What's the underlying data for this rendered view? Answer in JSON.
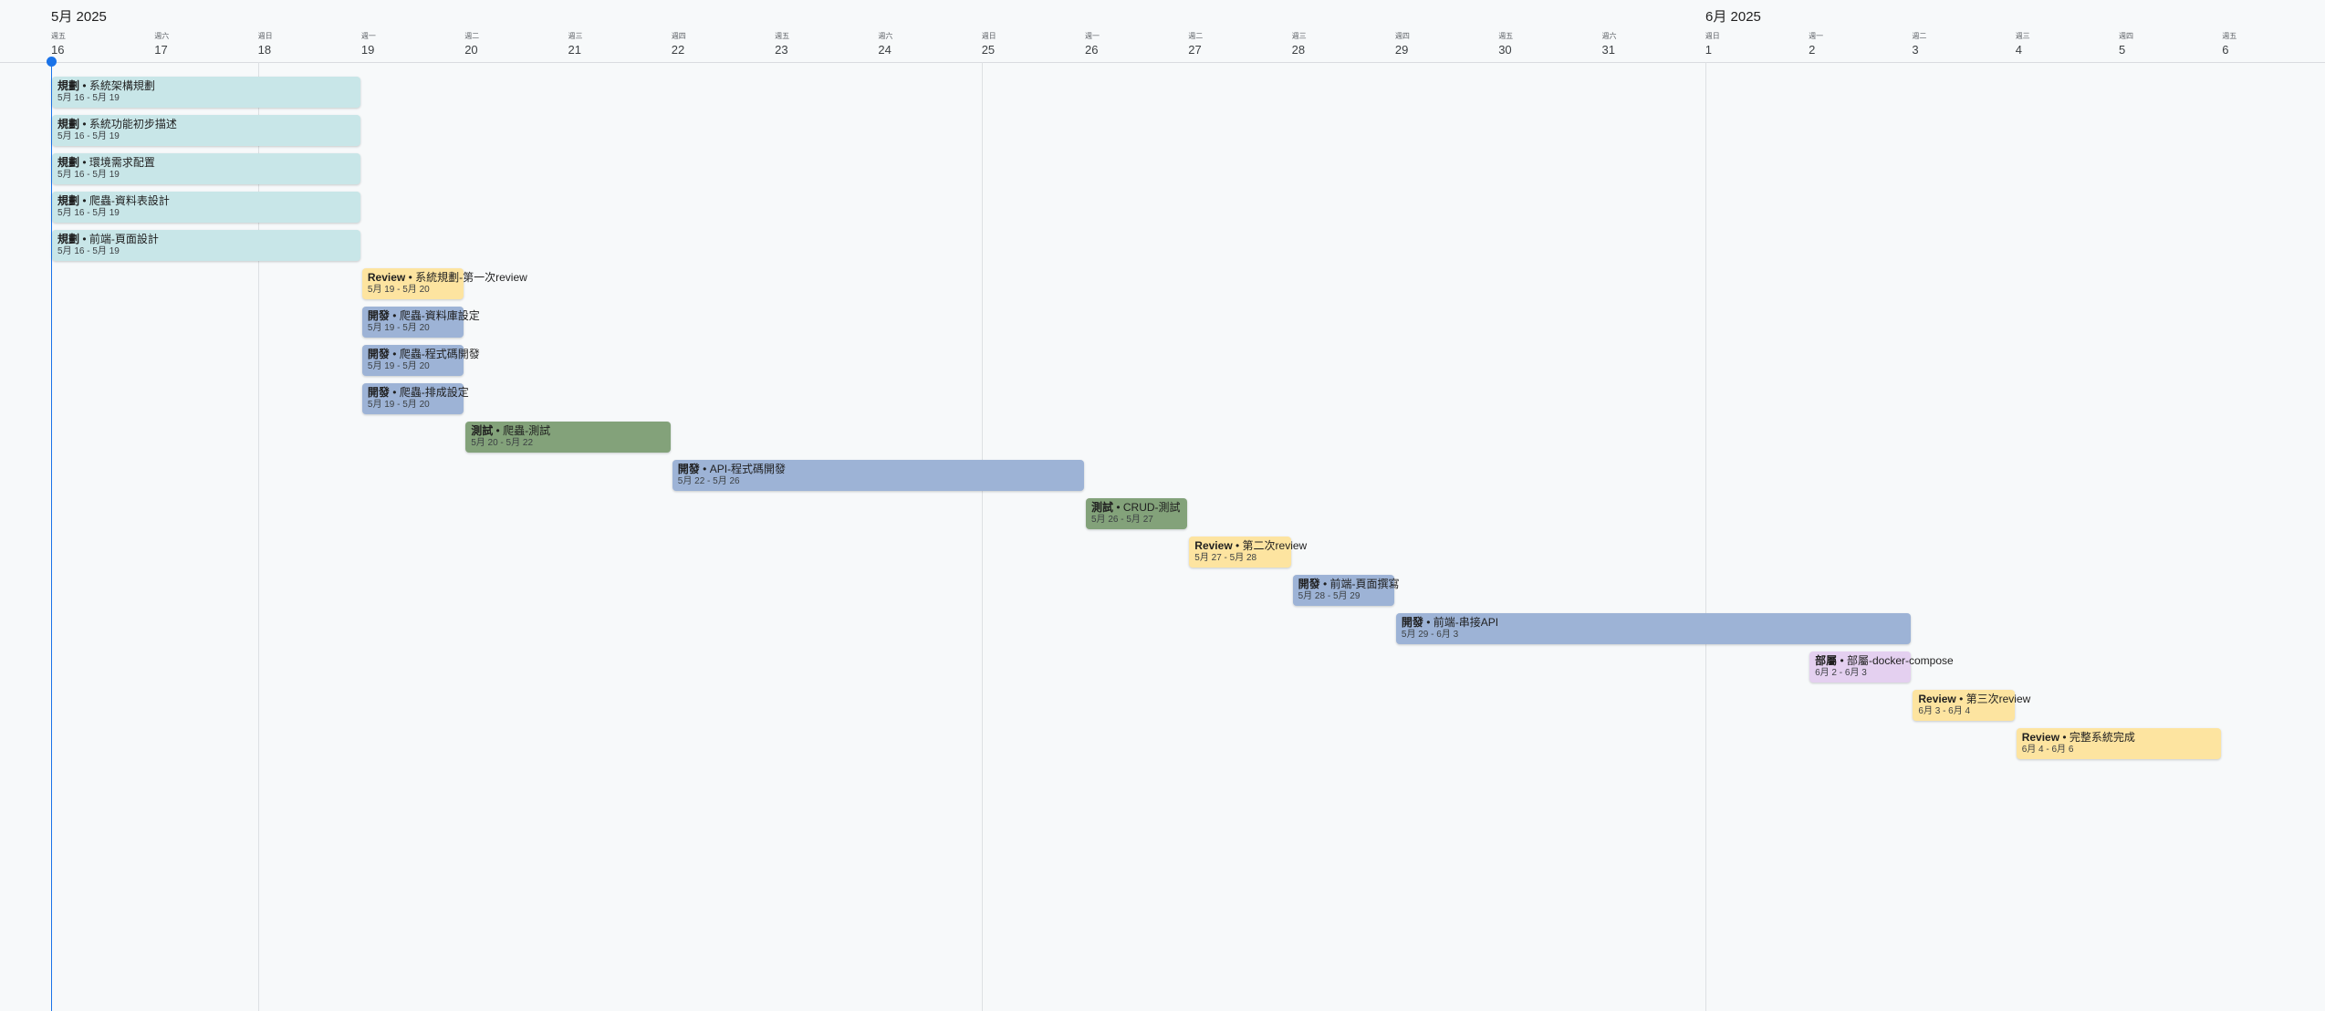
{
  "months": [
    {
      "label": "5月 2025"
    },
    {
      "label": "6月 2025"
    }
  ],
  "days": [
    {
      "dow": "週五",
      "num": "16"
    },
    {
      "dow": "週六",
      "num": "17"
    },
    {
      "dow": "週日",
      "num": "18"
    },
    {
      "dow": "週一",
      "num": "19"
    },
    {
      "dow": "週二",
      "num": "20"
    },
    {
      "dow": "週三",
      "num": "21"
    },
    {
      "dow": "週四",
      "num": "22"
    },
    {
      "dow": "週五",
      "num": "23"
    },
    {
      "dow": "週六",
      "num": "24"
    },
    {
      "dow": "週日",
      "num": "25"
    },
    {
      "dow": "週一",
      "num": "26"
    },
    {
      "dow": "週二",
      "num": "27"
    },
    {
      "dow": "週三",
      "num": "28"
    },
    {
      "dow": "週四",
      "num": "29"
    },
    {
      "dow": "週五",
      "num": "30"
    },
    {
      "dow": "週六",
      "num": "31"
    },
    {
      "dow": "週日",
      "num": "1"
    },
    {
      "dow": "週一",
      "num": "2"
    },
    {
      "dow": "週二",
      "num": "3"
    },
    {
      "dow": "週三",
      "num": "4"
    },
    {
      "dow": "週四",
      "num": "5"
    },
    {
      "dow": "週五",
      "num": "6"
    }
  ],
  "colors": {
    "規劃": "#c8e6e8",
    "Review": "#fde4a0",
    "開發": "#9db3d6",
    "測試": "#83a27a",
    "部屬": "#e4d0f0",
    "today": "#1a73e8"
  },
  "tasks": [
    {
      "category": "規劃",
      "name": "系統架構規劃",
      "dates": "5月 16 - 5月 19"
    },
    {
      "category": "規劃",
      "name": "系統功能初步描述",
      "dates": "5月 16 - 5月 19"
    },
    {
      "category": "規劃",
      "name": "環境需求配置",
      "dates": "5月 16 - 5月 19"
    },
    {
      "category": "規劃",
      "name": "爬蟲-資料表設計",
      "dates": "5月 16 - 5月 19"
    },
    {
      "category": "規劃",
      "name": "前端-頁面設計",
      "dates": "5月 16 - 5月 19"
    },
    {
      "category": "Review",
      "name": "系統規劃-第一次review",
      "dates": "5月 19 - 5月 20"
    },
    {
      "category": "開發",
      "name": "爬蟲-資料庫設定",
      "dates": "5月 19 - 5月 20"
    },
    {
      "category": "開發",
      "name": "爬蟲-程式碼開發",
      "dates": "5月 19 - 5月 20"
    },
    {
      "category": "開發",
      "name": "爬蟲-排成設定",
      "dates": "5月 19 - 5月 20"
    },
    {
      "category": "測試",
      "name": "爬蟲-測試",
      "dates": "5月 20 - 5月 22"
    },
    {
      "category": "開發",
      "name": "API-程式碼開發",
      "dates": "5月 22 - 5月 26"
    },
    {
      "category": "測試",
      "name": "CRUD-測試",
      "dates": "5月 26 - 5月 27"
    },
    {
      "category": "Review",
      "name": "第二次review",
      "dates": "5月 27 - 5月 28"
    },
    {
      "category": "開發",
      "name": "前端-頁面撰寫",
      "dates": "5月 28 - 5月 29"
    },
    {
      "category": "開發",
      "name": "前端-串接API",
      "dates": "5月 29 - 6月 3"
    },
    {
      "category": "部屬",
      "name": "部屬-docker-compose",
      "dates": "6月 2 - 6月 3"
    },
    {
      "category": "Review",
      "name": "第三次review",
      "dates": "6月 3 - 6月 4"
    },
    {
      "category": "Review",
      "name": "完整系統完成",
      "dates": "6月 4 - 6月 6"
    }
  ],
  "separator": " • "
}
